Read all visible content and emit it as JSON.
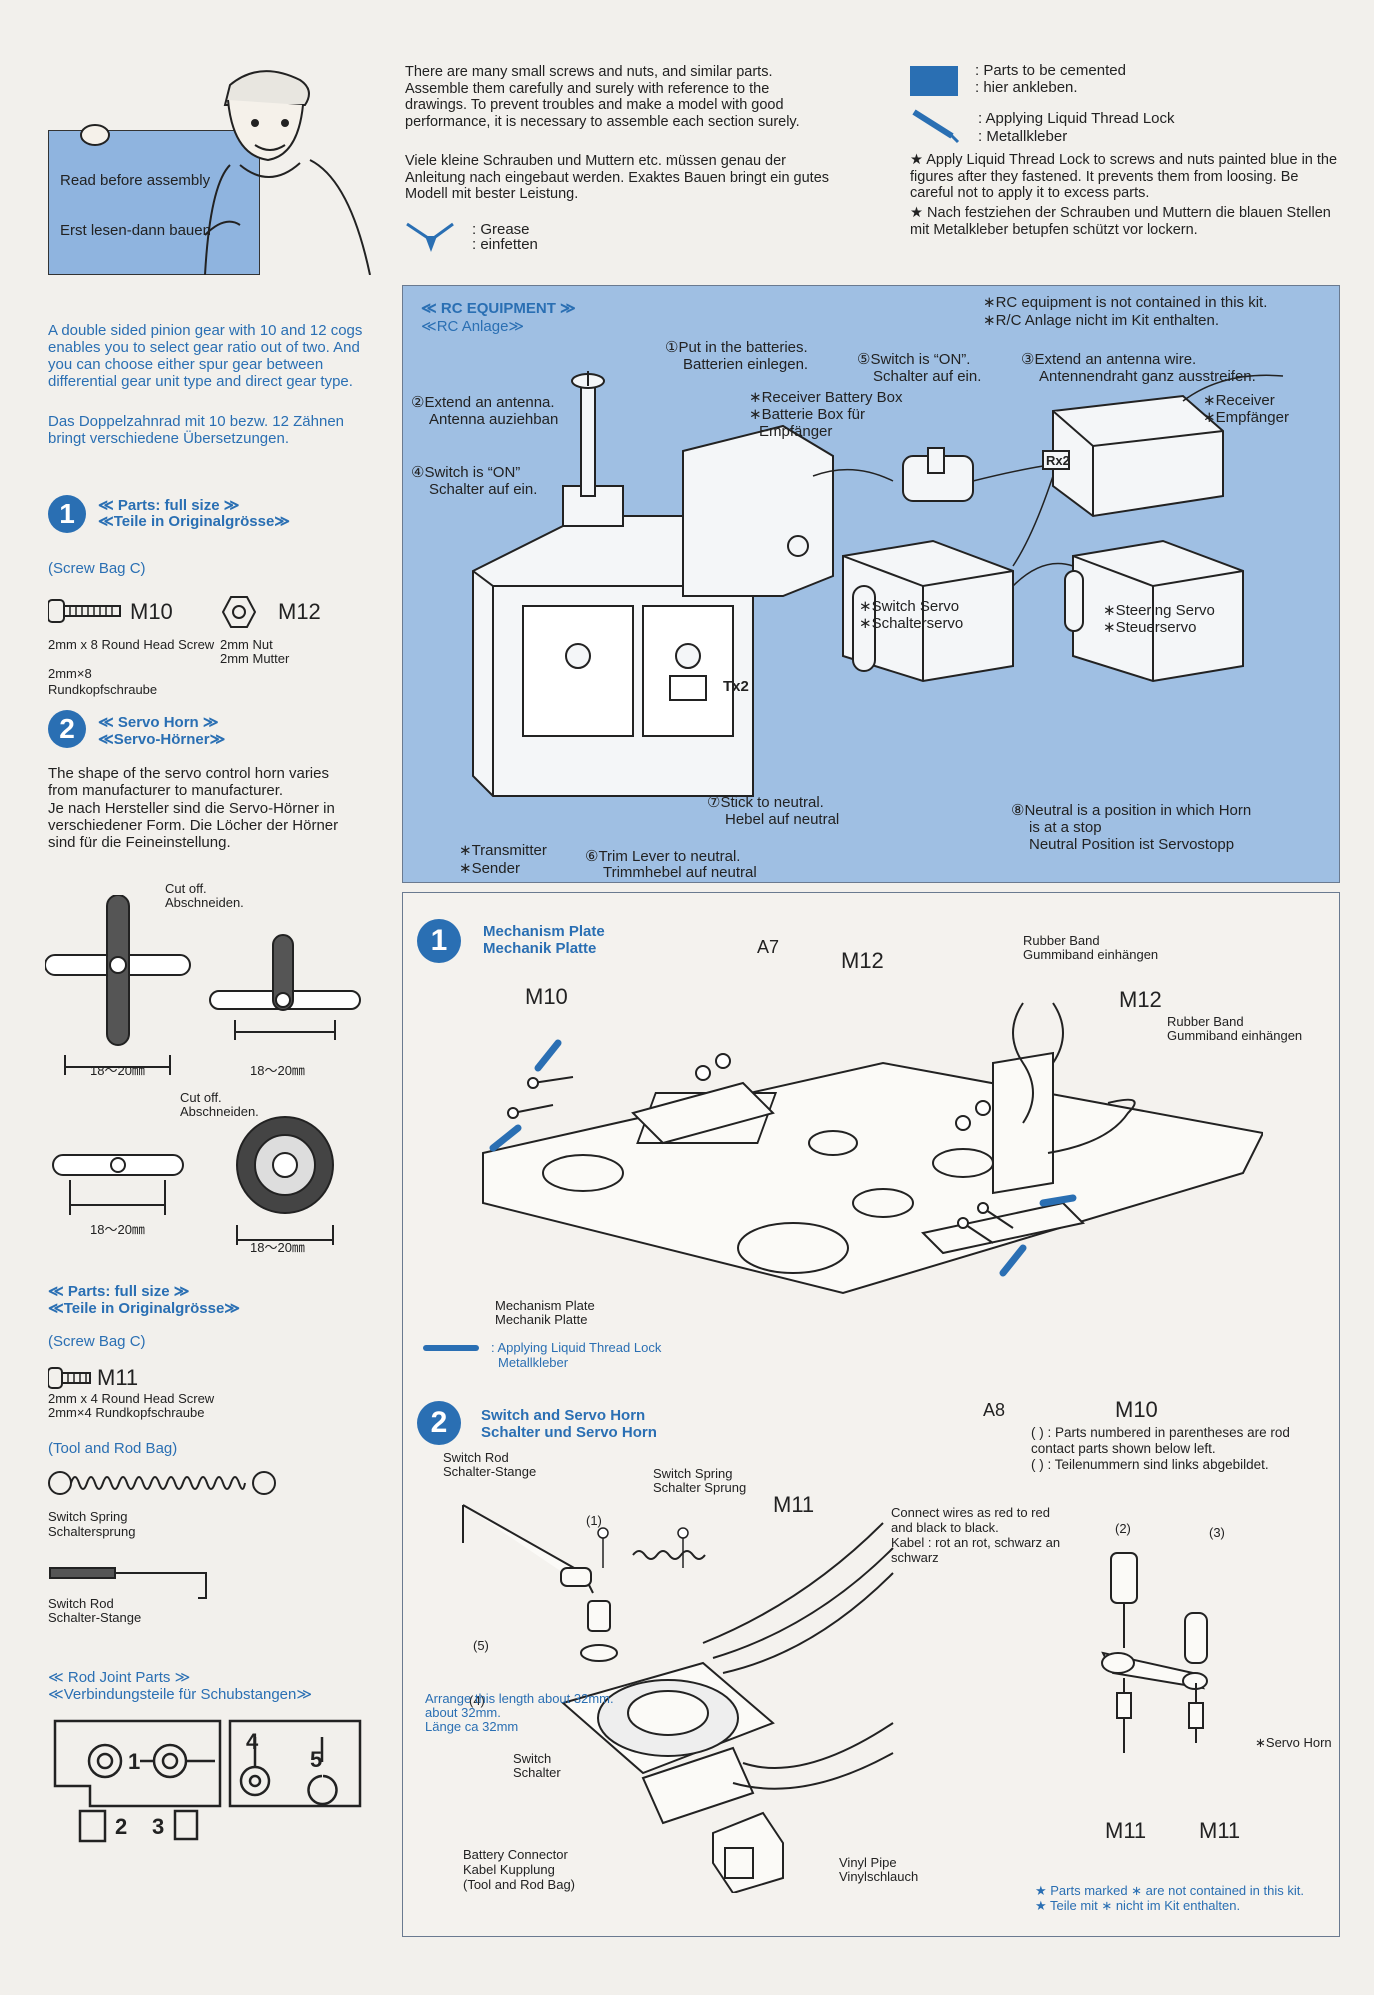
{
  "header": {
    "read_box": {
      "line1": "Read before assembly",
      "line2": "Erst lesen-dann bauen"
    },
    "intro_en": "There are many small screws and nuts, and similar parts. Assemble them carefully and surely with reference to the drawings. To prevent troubles and make a model with good performance, it is necessary to assemble each section surely.",
    "intro_de": "Viele kleine Schrauben und Muttern etc. müssen genau der Anleitung nach eingebaut werden. Exaktes Bauen bringt ein gutes Modell mit bester Leistung.",
    "grease": {
      "en": ": Grease",
      "de": ": einfetten"
    },
    "cemented": {
      "en": ": Parts to be cemented",
      "de": ": hier ankleben."
    },
    "thread_lock": {
      "en": ": Applying Liquid Thread Lock",
      "de": ": Metallkleber"
    },
    "thread_lock_note_en": "★ Apply Liquid Thread Lock to screws and nuts painted blue in the figures after they fastened. It prevents them from loosing. Be careful not to apply it to excess parts.",
    "thread_lock_note_de": "★ Nach festziehen der Schrauben und Muttern die blauen Stellen mit Metalkleber betupfen schützt vor lockern.",
    "colors": {
      "accent": "#2a6fb3",
      "rc_panel": "#9fbfe3",
      "paper": "#f2f0ec"
    }
  },
  "left": {
    "gear_note_en": "A double sided pinion gear with 10 and 12 cogs enables you to select gear ratio out of two. And you can choose either spur gear between differential gear unit type and direct gear type.",
    "gear_note_de": "Das Doppelzahnrad mit 10 bezw. 12 Zähnen bringt verschiedene Übersetzungen.",
    "step1": {
      "num": "1",
      "title_en": "≪ Parts: full size ≫",
      "title_de": "≪Teile in Originalgrösse≫"
    },
    "screw_bag_c": "(Screw Bag C)",
    "m10": {
      "code": "M10",
      "desc": "2mm x 8 Round Head Screw",
      "desc2": "2mm×8",
      "desc3": "Rundkopfschraube"
    },
    "m12": {
      "code": "M12",
      "desc": "2mm Nut",
      "desc2": "2mm Mutter"
    },
    "step2": {
      "num": "2",
      "title_en": "≪ Servo Horn ≫",
      "title_de": "≪Servo-Hörner≫"
    },
    "horn_note_en": "The shape of the servo control horn varies from manufacturer to manufacturer.",
    "horn_note_de": "Je nach Hersteller sind die Servo-Hörner in verschiedener Form. Die Löcher der Hörner sind für die Feineinstellung.",
    "cut_off": {
      "en": "Cut off.",
      "de": "Abschneiden."
    },
    "dim": "18〜20㎜",
    "parts_full_size2": {
      "en": "≪ Parts: full size ≫",
      "de": "≪Teile in Originalgrösse≫"
    },
    "screw_bag_c2": "(Screw Bag C)",
    "m11": {
      "code": "M11",
      "desc": "2mm x 4 Round Head Screw",
      "desc2": "2mm×4 Rundkopfschraube"
    },
    "tool_rod_bag": "(Tool and Rod Bag)",
    "switch_spring": {
      "en": "Switch Spring",
      "de": "Schaltersprung"
    },
    "switch_rod": {
      "en": "Switch Rod",
      "de": "Schalter-Stange"
    },
    "rod_joint": {
      "en": "≪ Rod Joint Parts ≫",
      "de": "≪Verbindungsteile für Schubstangen≫"
    },
    "rod_nums": [
      "1",
      "2",
      "3",
      "4",
      "5"
    ]
  },
  "rc": {
    "title_en": "≪ RC EQUIPMENT ≫",
    "title_de": "≪RC Anlage≫",
    "note_en": "∗RC equipment is not contained in this kit.",
    "note_de": "∗R/C Anlage nicht im Kit enthalten.",
    "s1": {
      "en": "①Put in the batteries.",
      "de": "Batterien einlegen."
    },
    "s2": {
      "en": "②Extend an antenna.",
      "de": "Antenna auziehban"
    },
    "s3": {
      "en": "③Extend an antenna wire.",
      "de": "Antennendraht ganz ausstreifen."
    },
    "s4": {
      "en": "④Switch  is  “ON”",
      "de": "Schalter auf ein."
    },
    "s5": {
      "en": "⑤Switch is “ON”.",
      "de": "Schalter auf ein."
    },
    "s6": {
      "en": "⑥Trim Lever  to  neutral.",
      "de": "Trimmhebel auf neutral"
    },
    "s7": {
      "en": "⑦Stick  to  neutral.",
      "de": "Hebel auf neutral"
    },
    "s8": {
      "en": "⑧Neutral is a position in which Horn",
      "en2": "is  at  a  stop",
      "de": "Neutral Position ist Servostopp"
    },
    "rx_box": {
      "en": "∗Receiver Battery Box",
      "de": "∗Batterie Box für",
      "de2": "Empfänger"
    },
    "receiver": {
      "en": "∗Receiver",
      "de": "∗Empfänger"
    },
    "switch_servo": {
      "en": "∗Switch Servo",
      "de": "∗Schalterservo"
    },
    "steering_servo": {
      "en": "∗Steering Servo",
      "de": "∗Steuerservo"
    },
    "transmitter": {
      "en": "∗Transmitter",
      "de": "∗Sender"
    },
    "tx_label": "Tx2",
    "rx_label": "Rx2"
  },
  "step_a": {
    "num": "1",
    "title_en": "Mechanism Plate",
    "title_de": "Mechanik Platte",
    "a7": "A7",
    "a8": "A8",
    "m10": "M10",
    "m12": "M12",
    "rubber": {
      "en": "Rubber Band",
      "de": "Gummiband einhängen"
    },
    "plate_label": {
      "en": "Mechanism Plate",
      "de": "Mechanik Platte"
    },
    "legend": {
      "en": ": Applying Liquid Thread Lock",
      "de": "Metallkleber"
    }
  },
  "step_b": {
    "num": "2",
    "title_en": "Switch and Servo Horn",
    "title_de": "Schalter und Servo Horn",
    "switch_rod": {
      "en": "Switch Rod",
      "de": "Schalter-Stange"
    },
    "switch_spring": {
      "en": "Switch Spring",
      "de": "Schalter Sprung"
    },
    "m11": "M11",
    "parens_note_en": "(   ) : Parts numbered in parentheses are rod contact parts shown below left.",
    "parens_note_de": "(   ) :  Teilenummern sind links abgebildet.",
    "wires": {
      "en": "Connect wires as red to red and black to black.",
      "de": "Kabel : rot an rot, schwarz an schwarz"
    },
    "arrange": {
      "en": "Arrange this length about 32mm.",
      "de": "Länge ca 32mm"
    },
    "switch": {
      "en": "Switch",
      "de": "Schalter"
    },
    "battery_connector": {
      "en": "Battery Connector",
      "de": "Kabel Kupplung",
      "de2": "(Tool and Rod Bag)"
    },
    "vinyl_pipe": {
      "en": "Vinyl Pipe",
      "de": "Vinylschlauch"
    },
    "servo_horn": "∗Servo Horn",
    "p1": "(1)",
    "p2": "(2)",
    "p3": "(3)",
    "p4": "(4)",
    "p5": "(5)",
    "foot_en": "★ Parts marked ∗ are not contained in this kit.",
    "foot_de": "★ Teile mit ∗ nicht im Kit enthalten."
  }
}
